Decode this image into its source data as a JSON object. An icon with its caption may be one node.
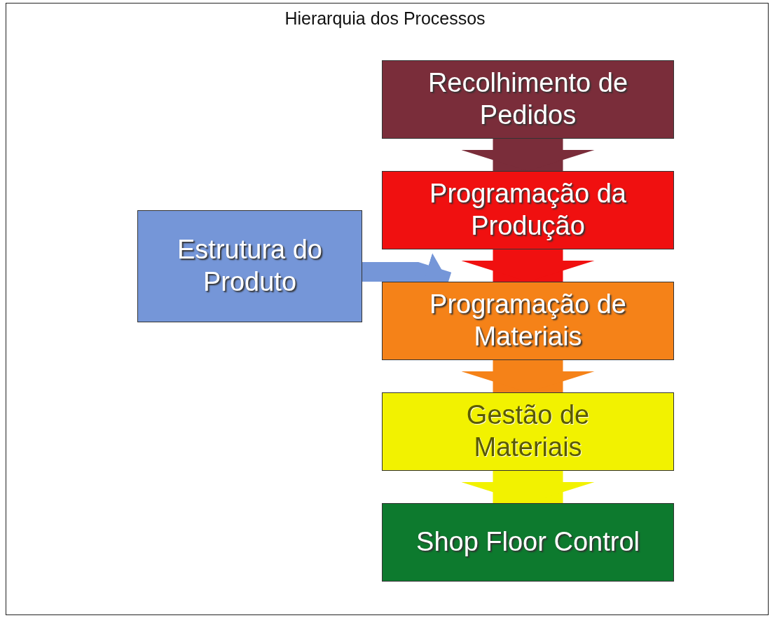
{
  "diagram": {
    "title": "Hierarquia dos Processos",
    "nodes": [
      {
        "text": [
          "Recolhimento de Pedidos"
        ]
      },
      {
        "text": [
          "Programação da Produção"
        ]
      },
      {
        "text": [
          "Programação de Materiais"
        ]
      },
      {
        "text": [
          "Gestão de Materiais"
        ]
      },
      {
        "text": [
          "Shop Floor Control"
        ]
      },
      {
        "text": [
          "Estrutura do Produto"
        ]
      }
    ],
    "edges": [
      {
        "from": 0,
        "to": 1,
        "arrow": "to",
        "color": "#7a2d3a"
      },
      {
        "from": 1,
        "to": 2,
        "arrow": "to",
        "color": "#f01010"
      },
      {
        "from": 2,
        "to": 3,
        "arrow": "to",
        "color": "#f58218"
      },
      {
        "from": 3,
        "to": 4,
        "arrow": "to",
        "color": "#f2f200"
      },
      {
        "from": 5,
        "to": 2,
        "arrow": "to",
        "color": "#7596d8"
      }
    ]
  }
}
